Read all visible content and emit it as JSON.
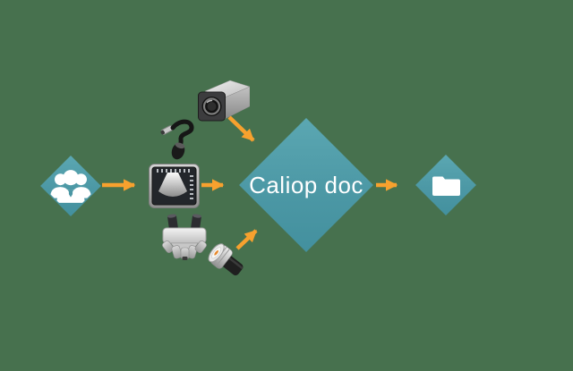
{
  "title": "Caliop doc",
  "colors": {
    "background": "#47714E",
    "diamond_teal": "#4C98A5",
    "arrow_orange": "#F7A12E",
    "label_text": "#FFFFFF",
    "icon_white": "#FFFFFF"
  },
  "diagram": {
    "center_node": {
      "id": "caliop-doc",
      "label": "Caliop doc",
      "shape": "diamond"
    },
    "nodes": [
      {
        "id": "users",
        "shape": "diamond",
        "icon": "people-group-icon"
      },
      {
        "id": "ultrasound-display",
        "icon": "ultrasound-monitor-icon"
      },
      {
        "id": "probe",
        "icon": "coiled-probe-icon"
      },
      {
        "id": "camera",
        "icon": "video-camera-icon"
      },
      {
        "id": "microscope",
        "icon": "microscope-head-icon"
      },
      {
        "id": "connector",
        "icon": "bnc-connector-icon"
      },
      {
        "id": "archive",
        "shape": "diamond",
        "icon": "folder-icon"
      }
    ],
    "edges": [
      {
        "from": "users",
        "to": "ultrasound-display"
      },
      {
        "from": "ultrasound-display",
        "to": "caliop-doc"
      },
      {
        "from": "camera",
        "to": "caliop-doc"
      },
      {
        "from": "connector",
        "to": "caliop-doc"
      },
      {
        "from": "caliop-doc",
        "to": "archive"
      }
    ]
  }
}
